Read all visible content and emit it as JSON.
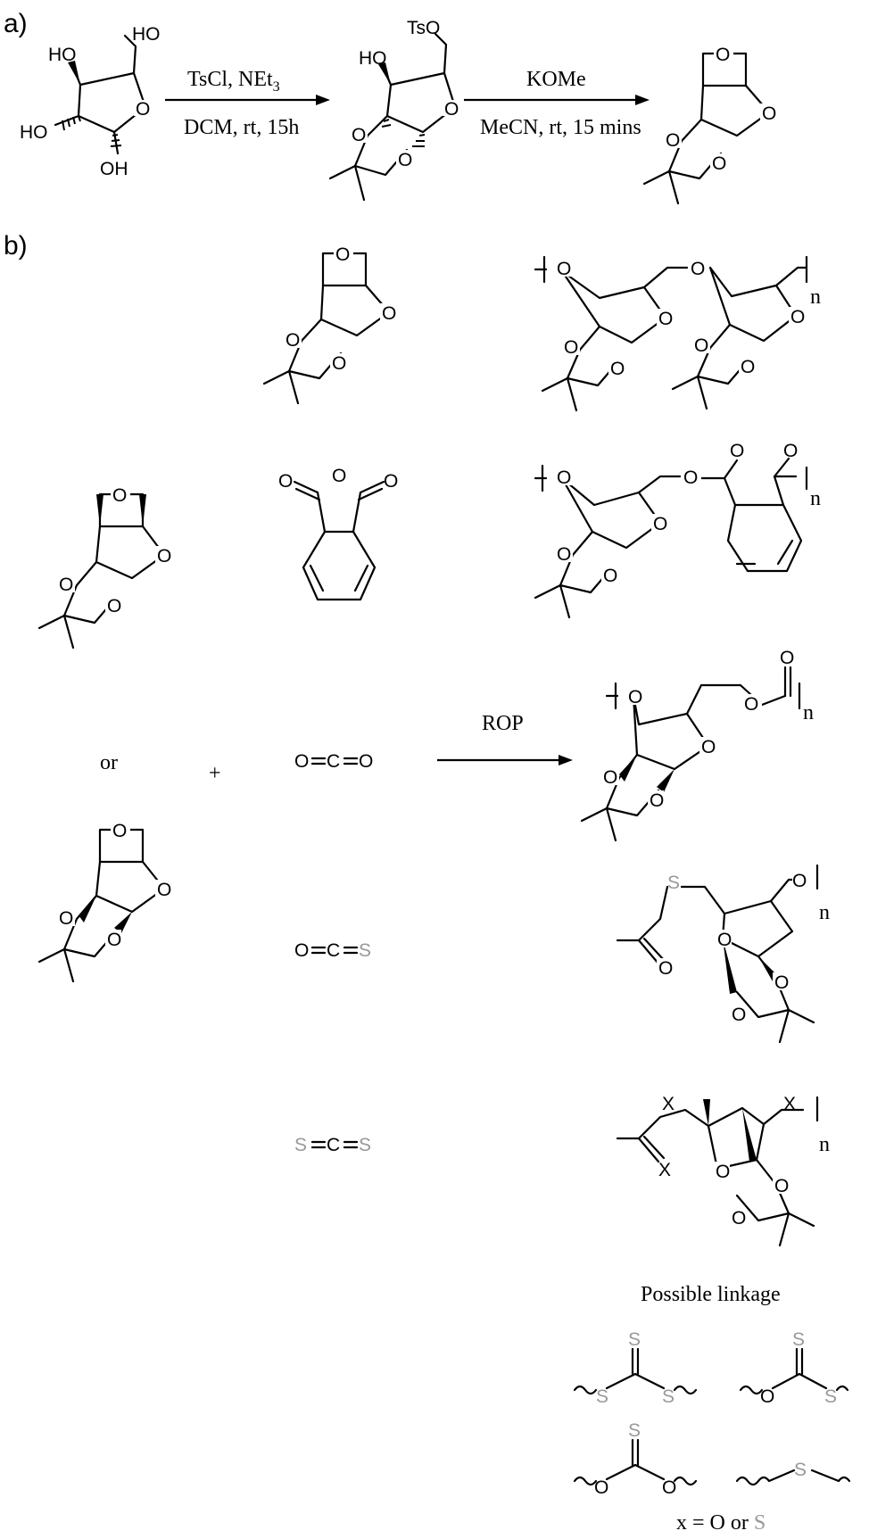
{
  "panels": {
    "a": "a)",
    "b": "b)"
  },
  "atoms": {
    "HO": "HO",
    "OH": "OH",
    "O": "O",
    "TsO": "TsO",
    "S": "S",
    "X": "X",
    "C": "C",
    "n": "n"
  },
  "reaction_a": {
    "step1_reagent": "TsCl, NEt",
    "step1_sub": "3",
    "step1_conditions": "DCM, rt, 15h",
    "step2_reagent": "KOMe",
    "step2_conditions": "MeCN, rt, 15 mins"
  },
  "reaction_b": {
    "or": "or",
    "plus": "+",
    "arrow_label": "ROP"
  },
  "footer": {
    "possible_linkage": "Possible linkage",
    "x_def_prefix": "x = O or ",
    "x_def_s": "S"
  },
  "colors": {
    "sulfur": "#999999",
    "ink": "#000000"
  }
}
